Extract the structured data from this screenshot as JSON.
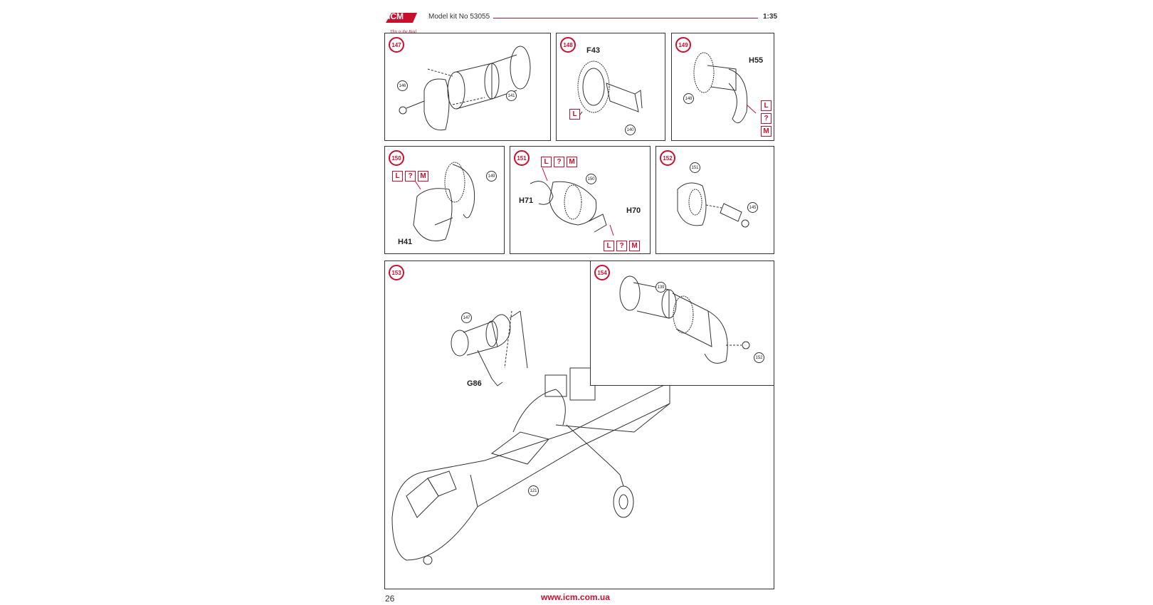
{
  "header": {
    "logo": "ICM",
    "logo_tagline": "This is the Real",
    "kit_label": "Model kit No 53055",
    "scale": "1:35"
  },
  "steps": {
    "s147": {
      "number": "147",
      "refs": [
        "146",
        "141"
      ]
    },
    "s148": {
      "number": "148",
      "part": "F43",
      "paint": [
        "L"
      ],
      "refs": [
        "140"
      ]
    },
    "s149": {
      "number": "149",
      "part": "H55",
      "paint": [
        "L",
        "?",
        "M"
      ],
      "refs": [
        "148"
      ]
    },
    "s150": {
      "number": "150",
      "part": "H41",
      "paint": [
        "L",
        "?",
        "M"
      ],
      "refs": [
        "149"
      ]
    },
    "s151": {
      "number": "151",
      "parts": [
        "H71",
        "H70"
      ],
      "paint_top": [
        "L",
        "?",
        "M"
      ],
      "paint_bottom": [
        "L",
        "?",
        "M"
      ],
      "refs": [
        "150"
      ]
    },
    "s152": {
      "number": "152",
      "refs": [
        "151",
        "145"
      ]
    },
    "s153": {
      "number": "153",
      "part": "G86",
      "refs": [
        "147",
        "121"
      ]
    },
    "s154": {
      "number": "154",
      "refs": [
        "139",
        "152"
      ]
    }
  },
  "footer": {
    "page": "26",
    "url": "www.icm.com.ua"
  },
  "colors": {
    "accent": "#c8102e",
    "line": "#333333"
  }
}
